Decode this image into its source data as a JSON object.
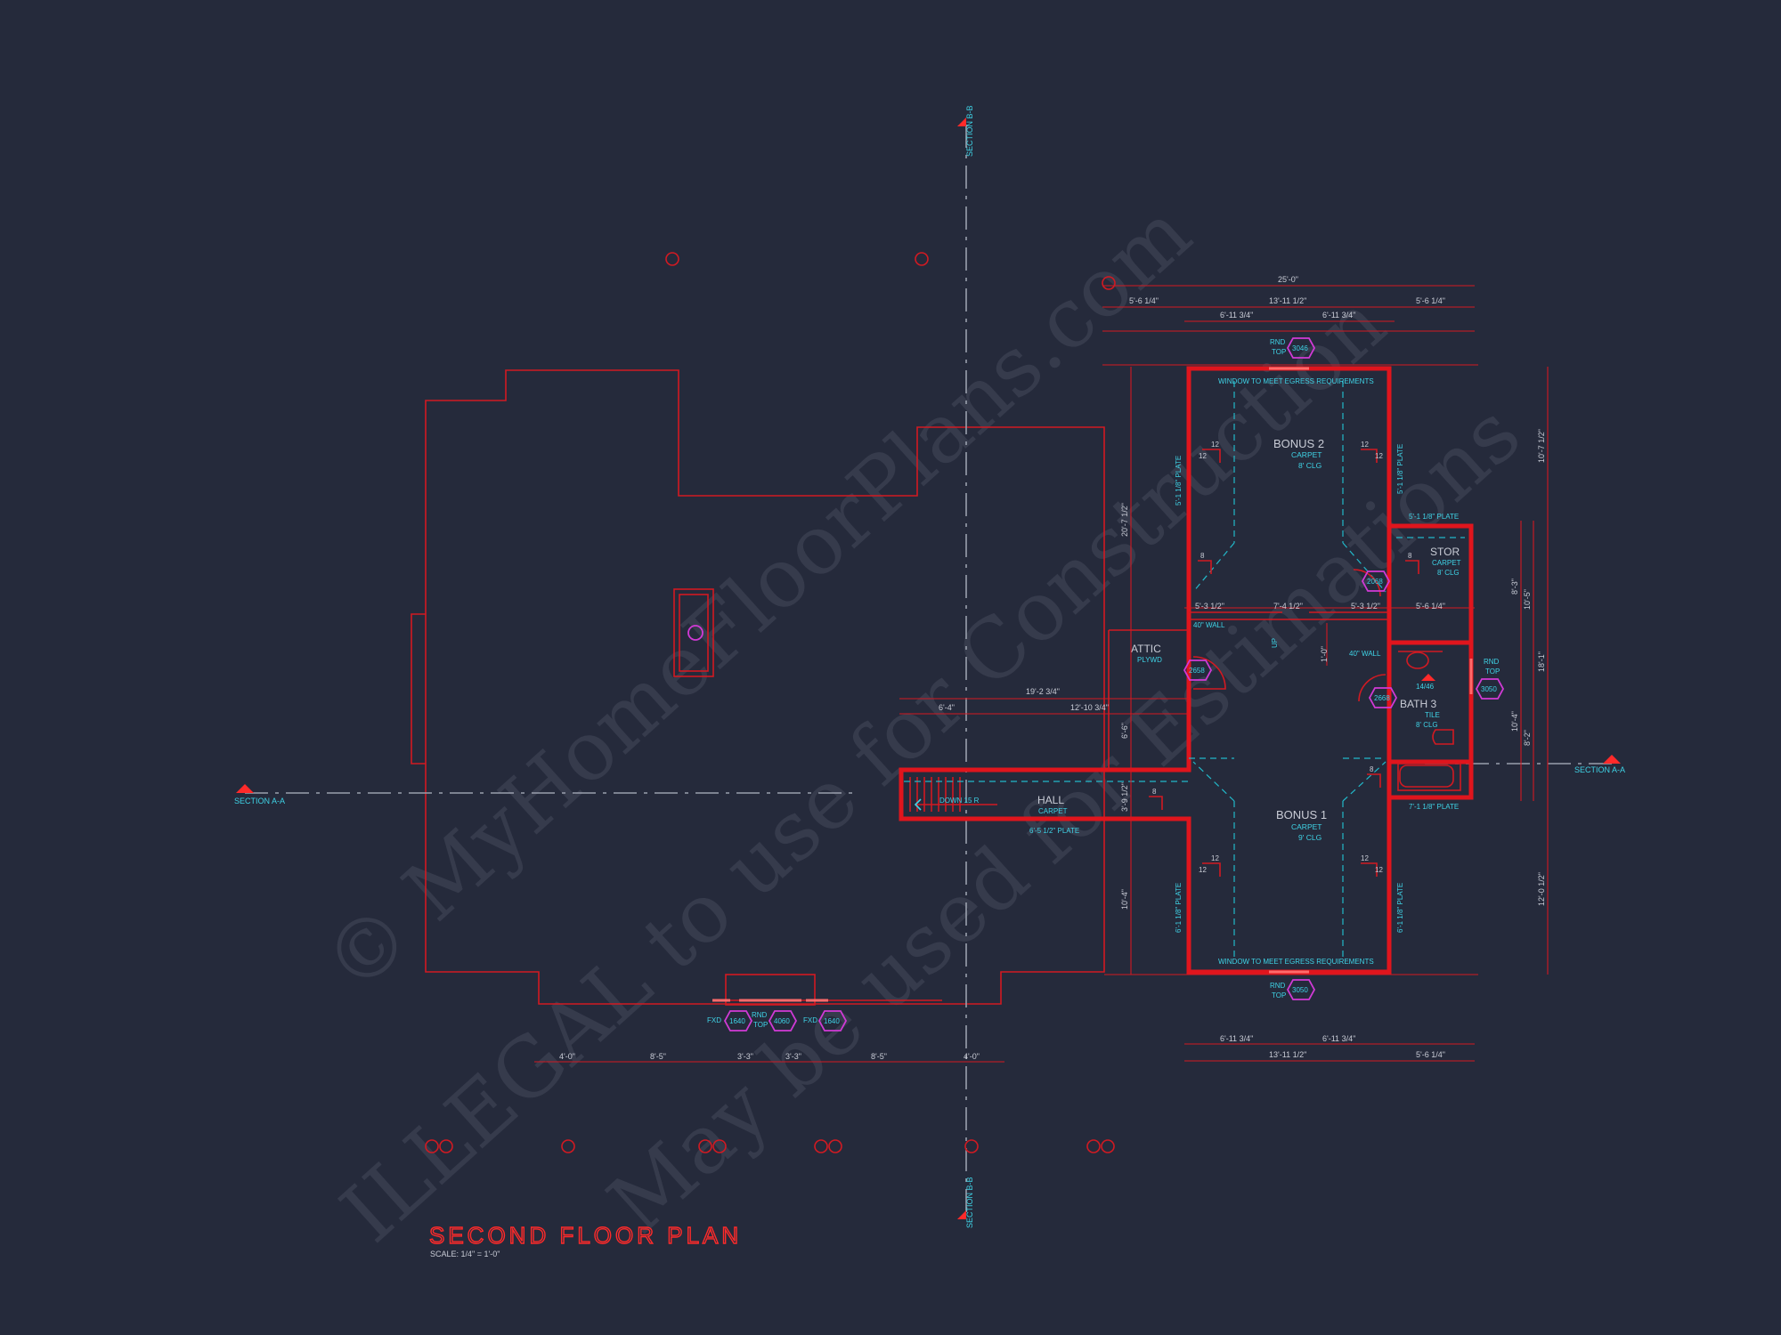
{
  "drawing": {
    "title": "SECOND FLOOR PLAN",
    "scale": "SCALE: 1/4\" = 1'-0\""
  },
  "sections": {
    "a_left": "SECTION A-A",
    "a_right": "SECTION A-A",
    "b_top": "SECTION B-B",
    "b_bottom": "SECTION B-B"
  },
  "rooms": {
    "bonus2": {
      "name": "BONUS 2",
      "floor": "CARPET",
      "ceiling": "8' CLG"
    },
    "bonus1": {
      "name": "BONUS 1",
      "floor": "CARPET",
      "ceiling": "9' CLG"
    },
    "stor": {
      "name": "STOR",
      "floor": "CARPET",
      "ceiling": "8' CLG"
    },
    "bath3": {
      "name": "BATH 3",
      "floor": "TILE",
      "ceiling": "8' CLG"
    },
    "hall": {
      "name": "HALL",
      "floor": "CARPET"
    },
    "attic": {
      "name": "ATTIC",
      "floor": "PLYWD"
    }
  },
  "notes": {
    "egress_top": "WINDOW TO MEET EGRESS REQUIREMENTS",
    "egress_bottom": "WINDOW TO MEET EGRESS REQUIREMENTS",
    "down": "DOWN 15 R",
    "up": "UP",
    "wall_40_left": "40\" WALL",
    "wall_40_right": "40\" WALL",
    "plate_b2_left": "5'-1 1/8\" PLATE",
    "plate_b2_right": "5'-1 1/8\" PLATE",
    "plate_stor": "5'-1 1/8\" PLATE",
    "plate_b1_left": "6'-1 1/8\" PLATE",
    "plate_b1_right": "6'-1 1/8\" PLATE",
    "plate_bath": "7'-1 1/8\" PLATE",
    "plate_hall": "6'-5 1/2\" PLATE",
    "shower": "14/46"
  },
  "pitch": {
    "rise": "12",
    "run_a": "12",
    "run_b": "8"
  },
  "windows": {
    "top_rnd": "RND",
    "top_rnd2": "TOP",
    "top_tag": "3046",
    "bot_rnd": "RND",
    "bot_rnd2": "TOP",
    "bot_tag": "3050",
    "right_rnd": "RND",
    "right_rnd2": "TOP",
    "right_tag": "3050",
    "front_fxd1": "FXD",
    "front_tag1": "1640",
    "front_rnd": "RND",
    "front_rnd2": "TOP",
    "front_tag2": "4060",
    "front_fxd2": "FXD",
    "front_tag3": "1640"
  },
  "doors": {
    "stor": "2068",
    "attic": "2658",
    "bath": "2668"
  },
  "dimensions": {
    "top_overall": "25'-0\"",
    "top_a": "5'-6 1/4\"",
    "top_b": "13'-11 1/2\"",
    "top_c": "5'-6 1/4\"",
    "top_b1": "6'-11 3/4\"",
    "top_b2": "6'-11 3/4\"",
    "mid_a": "5'-3 1/2\"",
    "mid_b": "7'-4 1/2\"",
    "mid_c": "5'-3 1/2\"",
    "mid_d": "5'-6 1/4\"",
    "hall_total": "19'-2 3/4\"",
    "hall_a": "6'-4\"",
    "hall_b": "12'-10 3/4\"",
    "left_a": "20'-7 1/2\"",
    "left_b": "6'-6\"",
    "left_c": "3'-9 1/2\"",
    "left_d": "10'-4\"",
    "right_a": "10'-7 1/2\"",
    "right_b": "18'-1\"",
    "right_c": "10'-5\"",
    "right_d": "8'-3\"",
    "right_e": "10'-4\"",
    "right_f": "8'-2\"",
    "right_g": "12'-0 1/2\"",
    "small_v": "1'-0\"",
    "bot_a": "6'-11 3/4\"",
    "bot_b": "6'-11 3/4\"",
    "bot_c": "13'-11 1/2\"",
    "bot_d": "5'-6 1/4\"",
    "front_a": "4'-0\"",
    "front_b": "8'-5\"",
    "front_c": "3'-3\"",
    "front_d": "3'-3\"",
    "front_e": "8'-5\"",
    "front_f": "4'-0\""
  },
  "watermark": {
    "line1": "© MyHomeFloorPlans.com",
    "line2": "ILLEGAL to use for Construction",
    "line3": "May be used for Estimations"
  },
  "colors": {
    "background": "#252a3b",
    "wall": "#e0151d",
    "annotation": "#3fd3e6",
    "tag": "#d13ad6"
  }
}
